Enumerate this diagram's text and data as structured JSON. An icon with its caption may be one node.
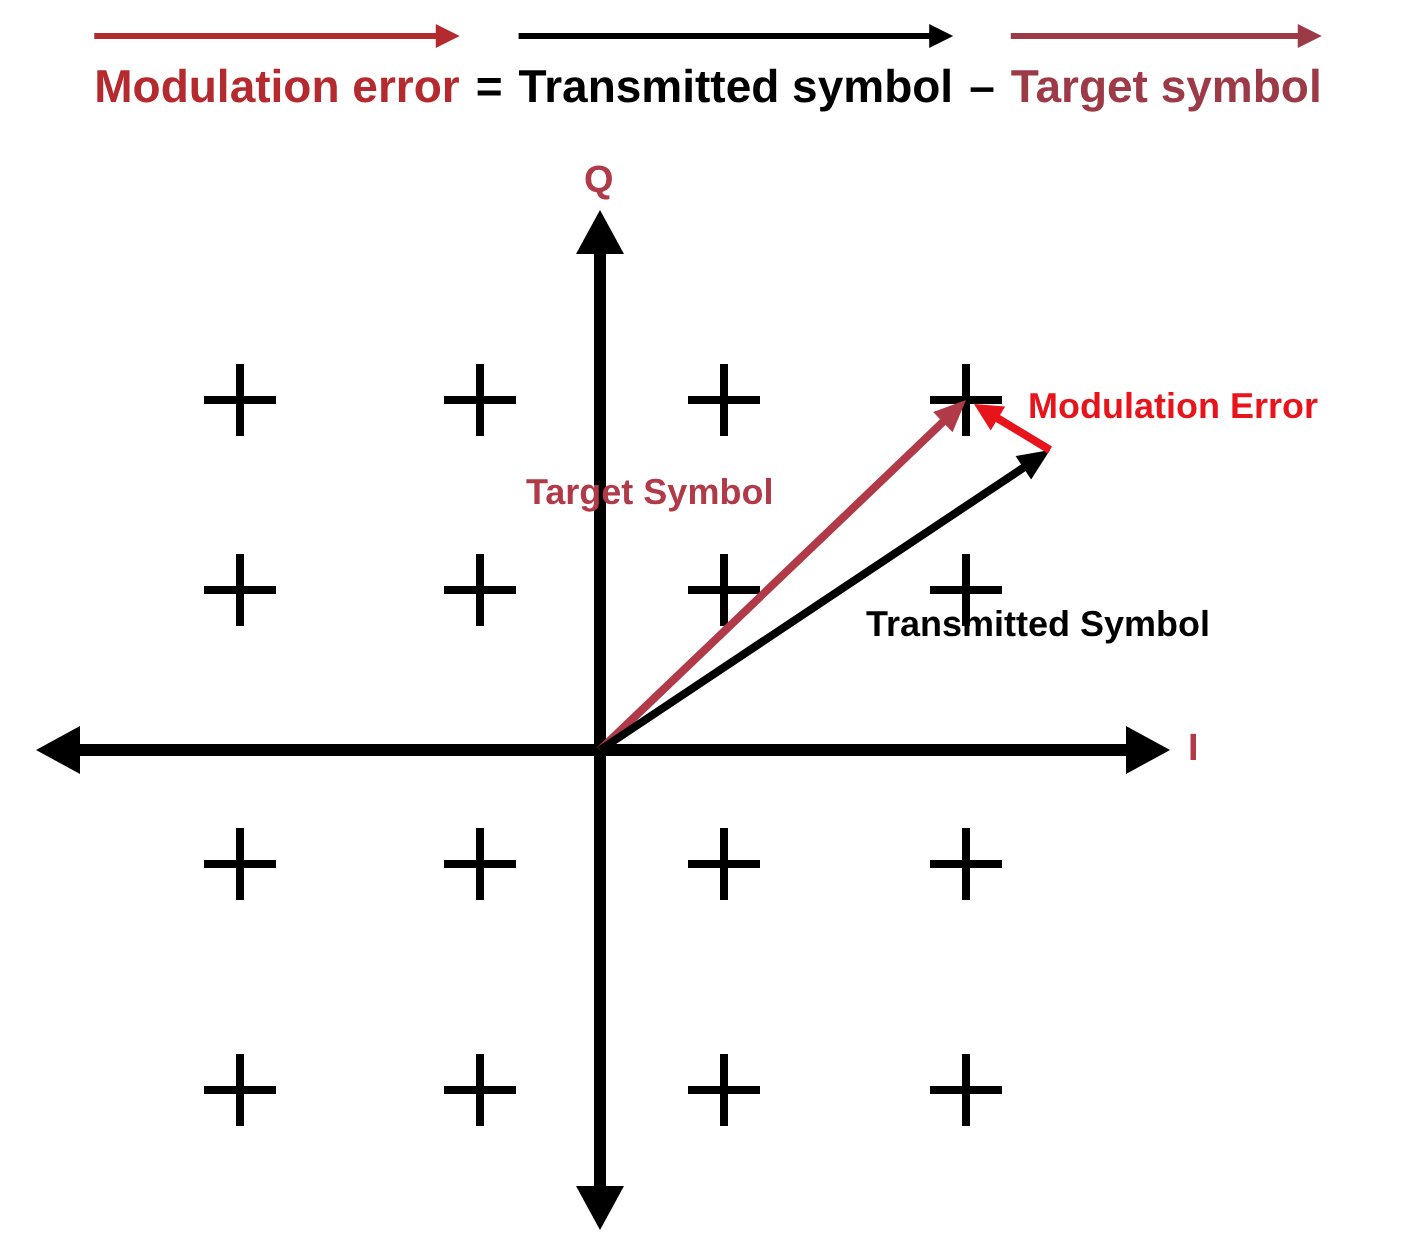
{
  "diagram": {
    "labels": [
      "Modulation error",
      "=",
      "Transmitted symbol",
      "–",
      "Target symbol",
      "Q",
      "Modulation Error",
      "Target Symbol",
      "Transmitted Symbol",
      "I"
    ]
  }
}
